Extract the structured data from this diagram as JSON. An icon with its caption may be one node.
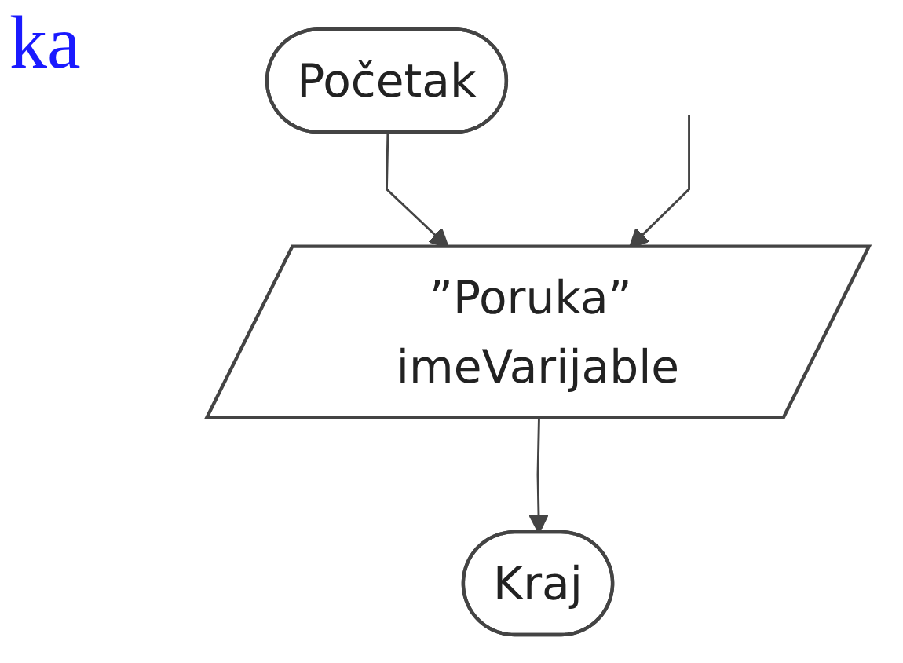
{
  "diagram": {
    "title": "ka",
    "nodes": [
      {
        "text": [
          "Početak"
        ]
      },
      {
        "text": [
          "”Poruka” imeVarijable"
        ]
      },
      {
        "text": [
          "Kraj"
        ]
      }
    ],
    "edges": [
      {
        "from": 0,
        "to": 1,
        "arrow": "to"
      },
      {
        "from": null,
        "to": 1,
        "arrow": "to"
      },
      {
        "from": 1,
        "to": 2,
        "arrow": "to"
      }
    ]
  }
}
